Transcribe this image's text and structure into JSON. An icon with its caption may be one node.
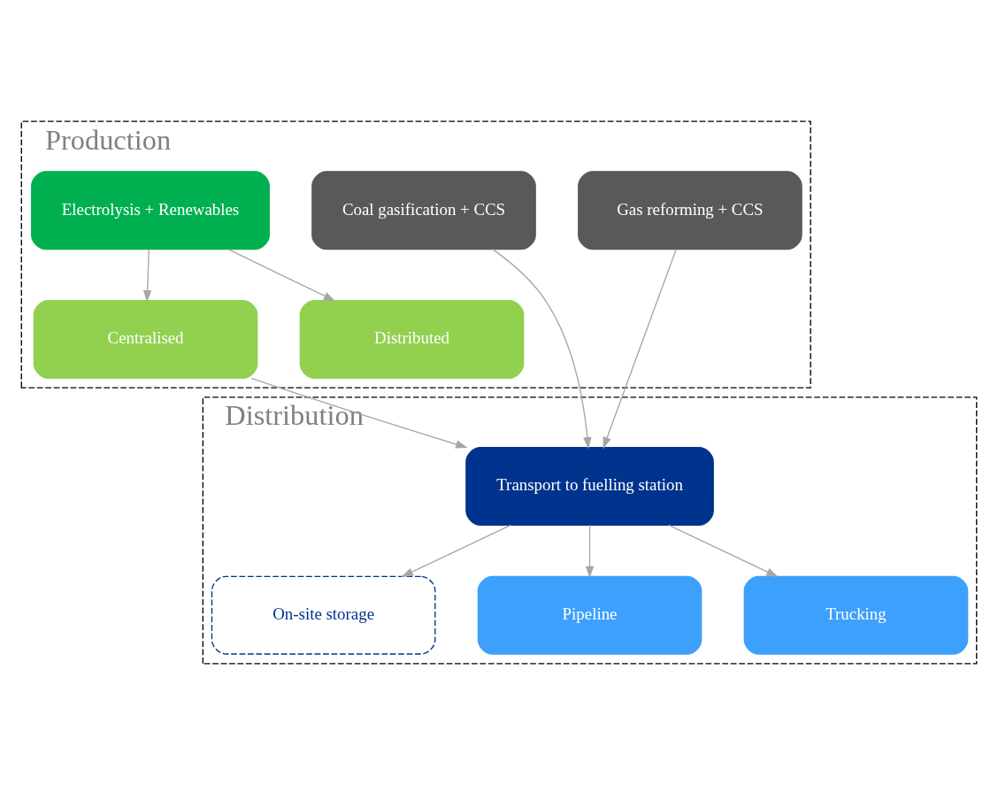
{
  "diagram": {
    "nodes": [
      {
        "text": [
          "Production"
        ]
      },
      {
        "text": [
          "Coal gasification + CCS"
        ],
        "in": 0
      },
      {
        "text": [
          "Gas reforming + CCS"
        ],
        "in": 0
      },
      {
        "text": [
          "Electrolysis + Renewables"
        ],
        "in": 0
      },
      {
        "text": [
          "Centralised"
        ],
        "in": 0
      },
      {
        "text": [
          "Distributed"
        ],
        "in": 0
      },
      {
        "text": [
          "Distribution"
        ]
      },
      {
        "text": [
          "Transport to fuelling station"
        ],
        "in": 6
      },
      {
        "text": [
          "On-site storage"
        ],
        "in": 6
      },
      {
        "text": [
          "Pipeline"
        ],
        "in": 6
      },
      {
        "text": [
          "Trucking"
        ],
        "in": 6
      }
    ],
    "edges": [
      {
        "from": 3,
        "to": 4,
        "arrow": "to"
      },
      {
        "from": 3,
        "to": 5,
        "arrow": "to"
      },
      {
        "from": 1,
        "to": 7,
        "arrow": "to"
      },
      {
        "from": 2,
        "to": 7,
        "arrow": "to"
      },
      {
        "from": 4,
        "to": 7,
        "arrow": "to"
      },
      {
        "from": 7,
        "to": 8,
        "arrow": "to"
      },
      {
        "from": 7,
        "to": 9,
        "arrow": "to"
      },
      {
        "from": 7,
        "to": 10,
        "arrow": "to"
      }
    ]
  }
}
